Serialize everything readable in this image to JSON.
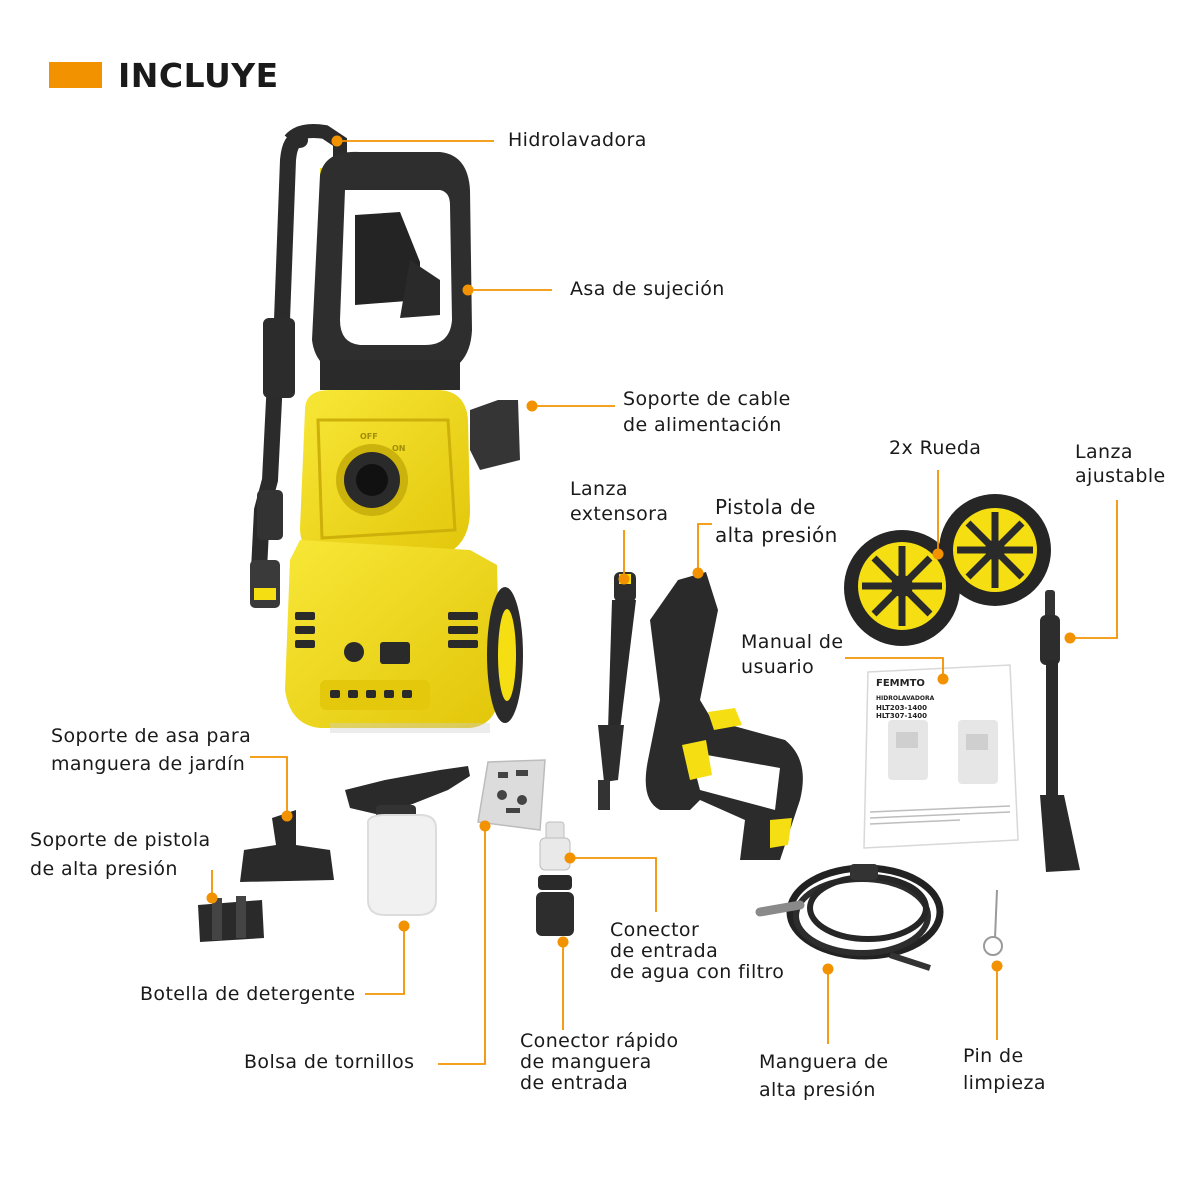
{
  "title": "INCLUYE",
  "colors": {
    "accent": "#f39200",
    "yellow": "#f5df12",
    "dark": "#2a2a2a",
    "text": "#1a1a1a"
  },
  "labels": {
    "hidrolavadora": "Hidrolavadora",
    "asa": "Asa de sujeción",
    "soporte_cable": [
      "Soporte de cable",
      "de alimentación"
    ],
    "rueda": "2x Rueda",
    "lanza_ajustable": [
      "Lanza",
      "ajustable"
    ],
    "lanza_extensora": [
      "Lanza",
      "extensora"
    ],
    "pistola": [
      "Pistola de",
      "alta presión"
    ],
    "manual": [
      "Manual de",
      "usuario"
    ],
    "soporte_asa": [
      "Soporte de asa para",
      "manguera de jardín"
    ],
    "soporte_pistola": [
      "Soporte de pistola",
      "de alta presión"
    ],
    "botella": "Botella de detergente",
    "bolsa": "Bolsa de tornillos",
    "conector_entrada": [
      "Conector",
      "de entrada",
      "de agua con filtro"
    ],
    "conector_rapido": [
      "Conector rápido",
      "de manguera",
      "de entrada"
    ],
    "manguera": [
      "Manguera de",
      "alta presión"
    ],
    "pin": [
      "Pin de",
      "limpieza"
    ]
  },
  "manual_cover": {
    "brand": "FEMMTO",
    "heading": "HIDROLAVADORA",
    "models": [
      "HLT203-1400",
      "HLT307-1400"
    ]
  },
  "machine_panel": {
    "off": "OFF",
    "on": "ON"
  }
}
